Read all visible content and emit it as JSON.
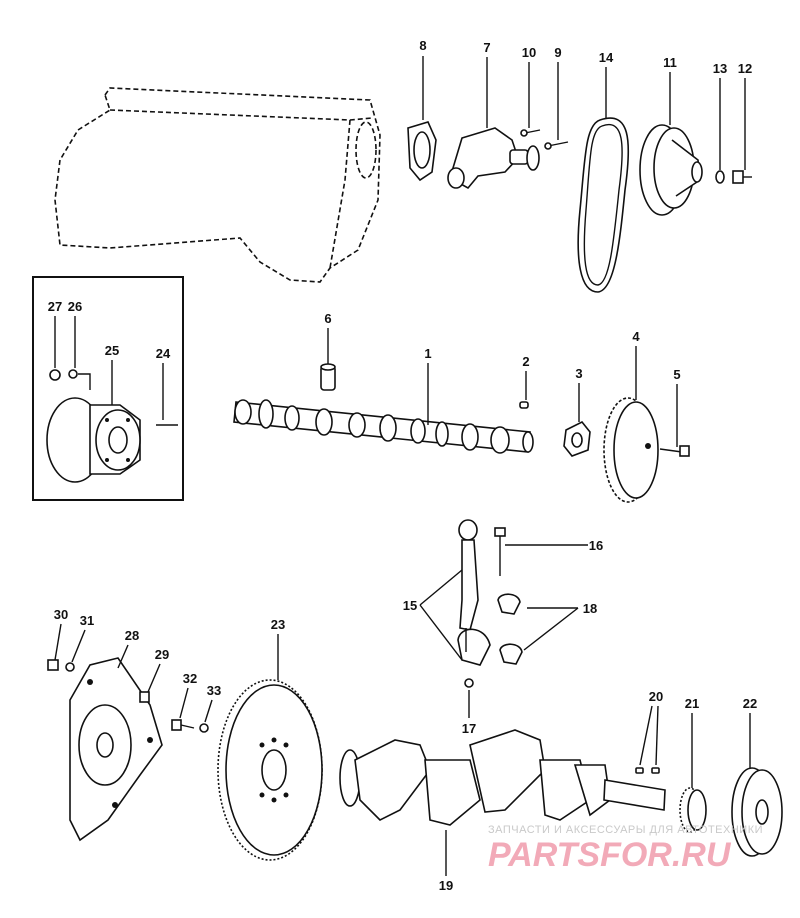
{
  "parts": [
    {
      "num": "1"
    },
    {
      "num": "2"
    },
    {
      "num": "3"
    },
    {
      "num": "4"
    },
    {
      "num": "5"
    },
    {
      "num": "6"
    },
    {
      "num": "7"
    },
    {
      "num": "8"
    },
    {
      "num": "9"
    },
    {
      "num": "10"
    },
    {
      "num": "11"
    },
    {
      "num": "12"
    },
    {
      "num": "13"
    },
    {
      "num": "14"
    },
    {
      "num": "15"
    },
    {
      "num": "16"
    },
    {
      "num": "17"
    },
    {
      "num": "18"
    },
    {
      "num": "19"
    },
    {
      "num": "20"
    },
    {
      "num": "21"
    },
    {
      "num": "22"
    },
    {
      "num": "23"
    },
    {
      "num": "24"
    },
    {
      "num": "25"
    },
    {
      "num": "26"
    },
    {
      "num": "27"
    },
    {
      "num": "28"
    },
    {
      "num": "29"
    },
    {
      "num": "30"
    },
    {
      "num": "31"
    },
    {
      "num": "32"
    },
    {
      "num": "33"
    }
  ],
  "watermark": {
    "tagline": "ЗАПЧАСТИ И АКСЕССУАРЫ ДЛЯ АВТОТЕХНИКИ",
    "brand": "PARTSFOR.RU"
  }
}
